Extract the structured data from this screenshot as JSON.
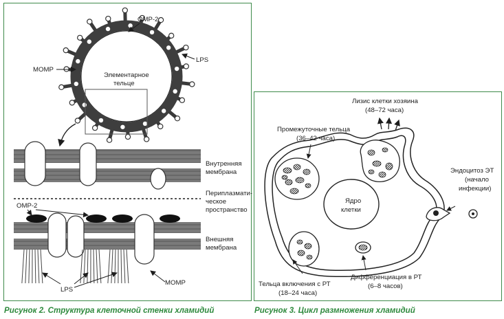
{
  "figure2": {
    "caption": "Рисунок 2. Структура клеточной стенки хламидий",
    "labels": {
      "omp2_top": "OMP-2",
      "lps_top": "LPS",
      "momp_left": "MOMP",
      "body_line1": "Элементарное",
      "body_line2": "тельце",
      "inner_membrane_line1": "Внутренняя",
      "inner_membrane_line2": "мембрана",
      "periplasm_line1": "Периплазмати-",
      "periplasm_line2": "ческое",
      "periplasm_line3": "пространство",
      "omp2_mid": "OMP-2",
      "outer_membrane_line1": "Внешняя",
      "outer_membrane_line2": "мембрана",
      "lps_bottom": "LPS",
      "momp_bottom": "MOMP"
    }
  },
  "figure3": {
    "caption": "Рисунок 3. Цикл размножения хламидий",
    "labels": {
      "lysis_line1": "Лизис клетки хозяина",
      "lysis_line2": "(48–72 часа)",
      "intermediate_line1": "Промежуточные тельца",
      "intermediate_line2": "(36–42 часа)",
      "endocytosis_line1": "Эндоцитоз ЭТ",
      "endocytosis_line2": "(начало",
      "endocytosis_line3": "инфекции)",
      "nucleus_line1": "Ядро",
      "nucleus_line2": "клетки",
      "inclusion_line1": "Тельца включения с РТ",
      "inclusion_line2": "(18–24 часа)",
      "differentiation_line1": "Дифференциация в РТ",
      "differentiation_line2": "(6–8 часов)"
    }
  }
}
